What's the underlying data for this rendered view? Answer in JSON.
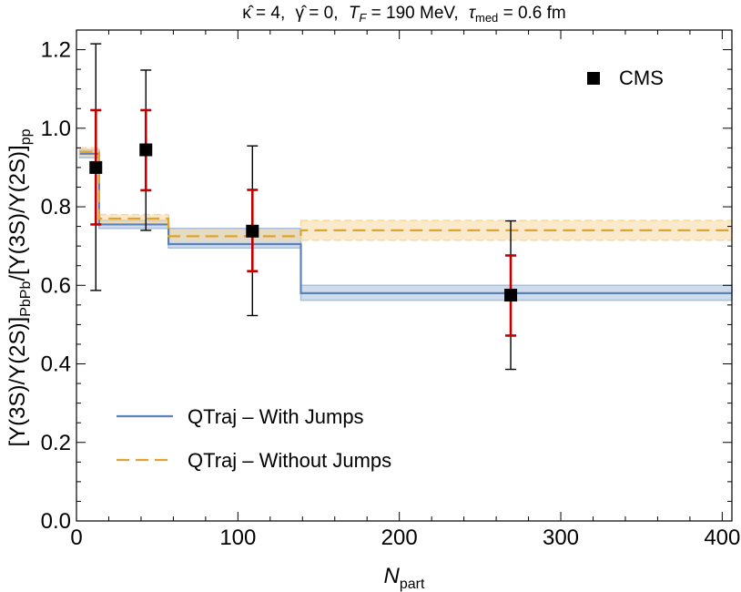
{
  "chart_data": {
    "type": "line",
    "title_parts": {
      "kappa": "κ̂ = 4,",
      "gamma": "γ̂ = 0,",
      "tf_sym": "T",
      "tf_sub": "F",
      "tf_val": " = 190 MeV,",
      "tau_sym": "τ",
      "tau_sub": "med",
      "tau_val": " = 0.6 fm"
    },
    "xlabel": {
      "main": "N",
      "sub": "part"
    },
    "ylabel": {
      "p1": "[Υ(3S)/Υ(2S)]",
      "p1_sub": "PbPb",
      "p2": "/[Υ(3S)/Υ(2S)]",
      "p2_sub": "pp"
    },
    "xlim": [
      0,
      406
    ],
    "ylim": [
      0,
      1.25
    ],
    "x_ticks": [
      0,
      100,
      200,
      300,
      400
    ],
    "y_ticks": [
      0.0,
      0.2,
      0.4,
      0.6,
      0.8,
      1.0,
      1.2
    ],
    "x_tick_labels": [
      "0",
      "100",
      "200",
      "300",
      "400"
    ],
    "y_tick_labels": [
      "0.0",
      "0.2",
      "0.4",
      "0.6",
      "0.8",
      "1.0",
      "1.2"
    ],
    "series": [
      {
        "name": "QTraj – With Jumps",
        "style": "solid",
        "color": "#5b82b8",
        "band_color": "#a9bfdd",
        "steps": [
          {
            "x0": 2,
            "x1": 14,
            "y": 0.935,
            "lo": 0.925,
            "hi": 0.945
          },
          {
            "x0": 14,
            "x1": 57,
            "y": 0.755,
            "lo": 0.745,
            "hi": 0.765
          },
          {
            "x0": 57,
            "x1": 139,
            "y": 0.705,
            "lo": 0.695,
            "hi": 0.745
          },
          {
            "x0": 139,
            "x1": 406,
            "y": 0.58,
            "lo": 0.562,
            "hi": 0.6
          }
        ]
      },
      {
        "name": "QTraj – Without Jumps",
        "style": "dashed",
        "color": "#e0a32e",
        "band_color": "#f6d9a0",
        "steps": [
          {
            "x0": 2,
            "x1": 14,
            "y": 0.94,
            "lo": 0.93,
            "hi": 0.95
          },
          {
            "x0": 14,
            "x1": 57,
            "y": 0.77,
            "lo": 0.76,
            "hi": 0.78
          },
          {
            "x0": 57,
            "x1": 139,
            "y": 0.725,
            "lo": 0.715,
            "hi": 0.74
          },
          {
            "x0": 139,
            "x1": 406,
            "y": 0.74,
            "lo": 0.715,
            "hi": 0.765
          }
        ]
      }
    ],
    "data_points": {
      "name": "CMS",
      "color": "#000000",
      "x": [
        12,
        43,
        109,
        269
      ],
      "y": [
        0.9,
        0.945,
        0.738,
        0.575
      ],
      "stat_err_color": "#c00000",
      "stat_lo": [
        0.755,
        0.842,
        0.636,
        0.472
      ],
      "stat_hi": [
        1.046,
        1.046,
        0.843,
        0.676
      ],
      "tot_lo": [
        0.587,
        0.74,
        0.523,
        0.386
      ],
      "tot_hi": [
        1.215,
        1.148,
        0.955,
        0.764
      ]
    },
    "legend": {
      "data_position": "top-right",
      "lines_position": "bottom-left"
    },
    "grid": false
  }
}
